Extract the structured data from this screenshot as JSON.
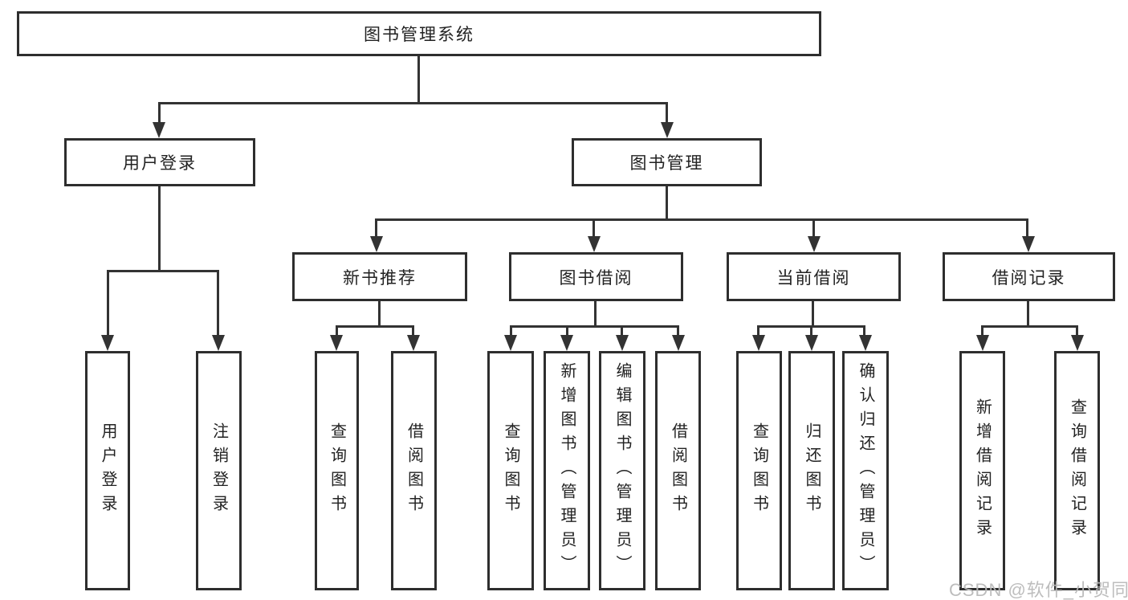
{
  "tree": {
    "label": "图书管理系统",
    "children": [
      {
        "label": "用户登录",
        "children": [
          {
            "label": "用户登录"
          },
          {
            "label": "注销登录"
          }
        ]
      },
      {
        "label": "图书管理",
        "children": [
          {
            "label": "新书推荐",
            "children": [
              {
                "label": "查询图书"
              },
              {
                "label": "借阅图书"
              }
            ]
          },
          {
            "label": "图书借阅",
            "children": [
              {
                "label": "查询图书"
              },
              {
                "label": "新增图书（管理员）"
              },
              {
                "label": "编辑图书（管理员）"
              },
              {
                "label": "借阅图书"
              }
            ]
          },
          {
            "label": "当前借阅",
            "children": [
              {
                "label": "查询图书"
              },
              {
                "label": "归还图书"
              },
              {
                "label": "确认归还（管理员）"
              }
            ]
          },
          {
            "label": "借阅记录",
            "children": [
              {
                "label": "新增借阅记录"
              },
              {
                "label": "查询借阅记录"
              }
            ]
          }
        ]
      }
    ]
  },
  "watermark": {
    "text": "CSDN @软件_小贺同学"
  },
  "colors": {
    "line": "#333333",
    "border": "#2e2e2e",
    "watermark": "#b9b9b9"
  }
}
